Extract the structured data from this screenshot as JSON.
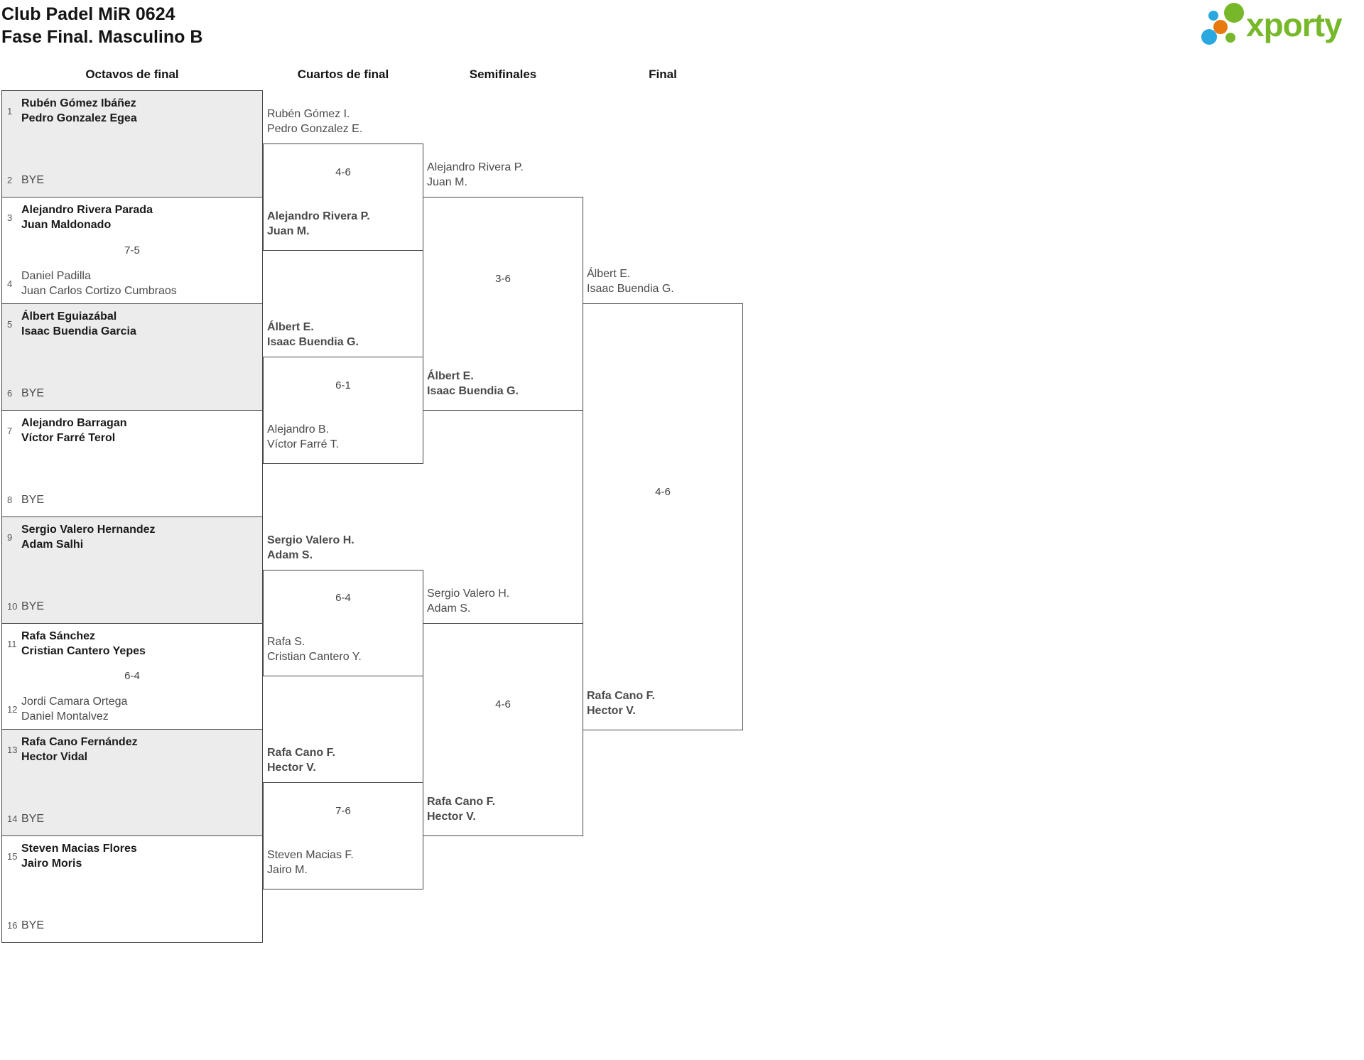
{
  "page": {
    "title_line1": "Club Padel MiR 0624",
    "title_line2": "Fase Final. Masculino B"
  },
  "logo": {
    "text": "xporty",
    "colors": {
      "green": "#76b82a",
      "blue": "#29a8e0",
      "orange": "#e8790f"
    }
  },
  "columns": {
    "r16": "Octavos de final",
    "qf": "Cuartos de final",
    "sf": "Semifinales",
    "final": "Final"
  },
  "colors": {
    "shaded_box": "#ececec",
    "border": "#474747",
    "winner_text": "#1a1a1a",
    "loser_text": "#4a4a4a",
    "score_text": "#3f3f3f"
  },
  "r16": {
    "m1": {
      "top_seed": "1",
      "top_line1": "Rubén Gómez Ibáñez",
      "top_line2": "Pedro Gonzalez Egea",
      "score": "",
      "bottom_seed": "2",
      "bottom_line1": "BYE",
      "bottom_line2": ""
    },
    "m2": {
      "top_seed": "3",
      "top_line1": "Alejandro Rivera Parada",
      "top_line2": "Juan Maldonado",
      "score": "7-5",
      "bottom_seed": "4",
      "bottom_line1": "Daniel Padilla",
      "bottom_line2": "Juan Carlos Cortizo Cumbraos"
    },
    "m3": {
      "top_seed": "5",
      "top_line1": "Álbert Eguiazábal",
      "top_line2": "Isaac Buendia Garcia",
      "score": "",
      "bottom_seed": "6",
      "bottom_line1": "BYE",
      "bottom_line2": ""
    },
    "m4": {
      "top_seed": "7",
      "top_line1": "Alejandro Barragan",
      "top_line2": "Víctor Farré Terol",
      "score": "",
      "bottom_seed": "8",
      "bottom_line1": "BYE",
      "bottom_line2": ""
    },
    "m5": {
      "top_seed": "9",
      "top_line1": "Sergio Valero Hernandez",
      "top_line2": "Adam Salhi",
      "score": "",
      "bottom_seed": "10",
      "bottom_line1": "BYE",
      "bottom_line2": ""
    },
    "m6": {
      "top_seed": "11",
      "top_line1": "Rafa Sánchez",
      "top_line2": "Cristian Cantero Yepes",
      "score": "6-4",
      "bottom_seed": "12",
      "bottom_line1": "Jordi Camara Ortega",
      "bottom_line2": "Daniel Montalvez"
    },
    "m7": {
      "top_seed": "13",
      "top_line1": "Rafa Cano Fernández",
      "top_line2": "Hector Vidal",
      "score": "",
      "bottom_seed": "14",
      "bottom_line1": "BYE",
      "bottom_line2": ""
    },
    "m8": {
      "top_seed": "15",
      "top_line1": "Steven Macias Flores",
      "top_line2": "Jairo Moris",
      "score": "",
      "bottom_seed": "16",
      "bottom_line1": "BYE",
      "bottom_line2": ""
    }
  },
  "qf": {
    "m1": {
      "top_line1": "Rubén Gómez I.",
      "top_line2": "Pedro Gonzalez E.",
      "score": "4-6",
      "bottom_line1": "Alejandro Rivera P.",
      "bottom_line2": "Juan M."
    },
    "m2": {
      "top_line1": "Álbert E.",
      "top_line2": "Isaac Buendia G.",
      "score": "6-1",
      "bottom_line1": "Alejandro B.",
      "bottom_line2": "Víctor Farré T."
    },
    "m3": {
      "top_line1": "Sergio Valero H.",
      "top_line2": "Adam S.",
      "score": "6-4",
      "bottom_line1": "Rafa S.",
      "bottom_line2": "Cristian Cantero Y."
    },
    "m4": {
      "top_line1": "Rafa Cano F.",
      "top_line2": "Hector V.",
      "score": "7-6",
      "bottom_line1": "Steven Macias F.",
      "bottom_line2": "Jairo M."
    }
  },
  "sf": {
    "m1": {
      "top_line1": "Alejandro Rivera P.",
      "top_line2": "Juan M.",
      "score": "3-6",
      "bottom_line1": "Álbert E.",
      "bottom_line2": "Isaac Buendia G."
    },
    "m2": {
      "top_line1": "Sergio Valero H.",
      "top_line2": "Adam S.",
      "score": "4-6",
      "bottom_line1": "Rafa Cano F.",
      "bottom_line2": "Hector V."
    }
  },
  "final": {
    "m1": {
      "top_line1": "Álbert E.",
      "top_line2": "Isaac Buendia G.",
      "score": "4-6",
      "bottom_line1": "Rafa Cano F.",
      "bottom_line2": "Hector V."
    }
  }
}
